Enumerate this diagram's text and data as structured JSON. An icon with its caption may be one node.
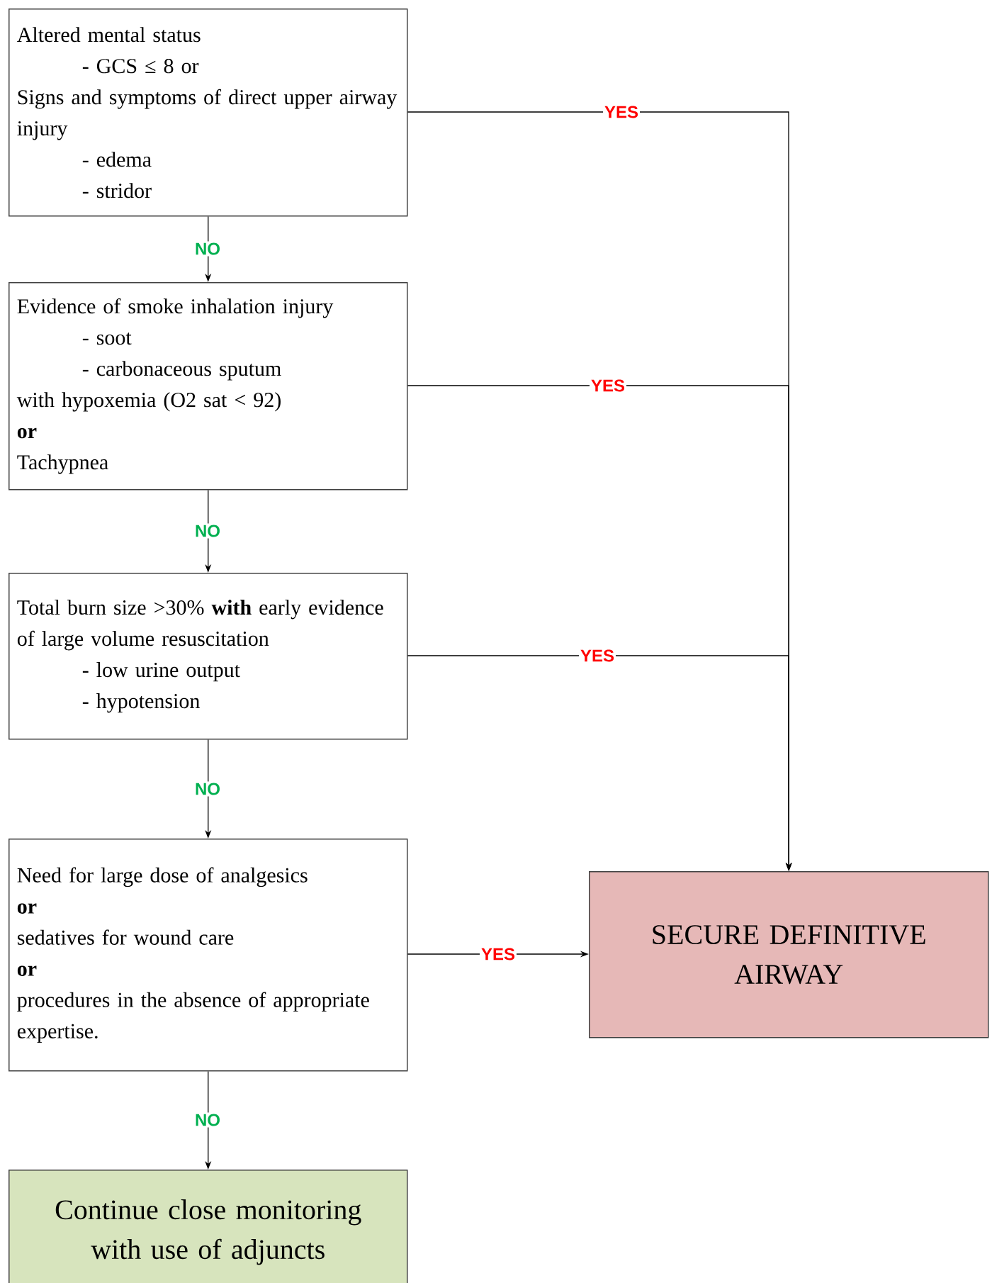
{
  "diagram": {
    "nodes": [
      {
        "text": [
          "Altered mental status",
          "- GCS ≤ 8 or",
          "Signs and symptoms of direct upper airway injury",
          "- edema",
          "- stridor"
        ]
      },
      {
        "text": [
          "Evidence of smoke inhalation injury",
          "- soot",
          "- carbonaceous sputum",
          "with hypoxemia (O2 sat < 92)",
          "or",
          "Tachypnea"
        ]
      },
      {
        "text": [
          "Total burn size >30% **with** early evidence of large volume resuscitation",
          "- low urine output",
          "- hypotension"
        ]
      },
      {
        "text": [
          "Need for large dose of analgesics",
          "or",
          "sedatives for wound care",
          "or",
          "procedures in the absence of appropriate expertise."
        ]
      },
      {
        "text": [
          "Continue close monitoring with use of adjuncts"
        ]
      },
      {
        "text": [
          "SECURE DEFINITIVE AIRWAY"
        ]
      }
    ],
    "edges": [
      {
        "from": 0,
        "to": 1,
        "arrow": "to",
        "label": "NO"
      },
      {
        "from": 1,
        "to": 2,
        "arrow": "to",
        "label": "NO"
      },
      {
        "from": 2,
        "to": 3,
        "arrow": "to",
        "label": "NO"
      },
      {
        "from": 3,
        "to": 4,
        "arrow": "to",
        "label": "NO"
      },
      {
        "from": 0,
        "to": 5,
        "arrow": "to",
        "label": "YES"
      },
      {
        "from": 1,
        "to": 5,
        "arrow": "to",
        "label": "YES"
      },
      {
        "from": 2,
        "to": 5,
        "arrow": "to",
        "label": "YES"
      },
      {
        "from": 3,
        "to": 5,
        "arrow": "to",
        "label": "YES"
      }
    ]
  }
}
